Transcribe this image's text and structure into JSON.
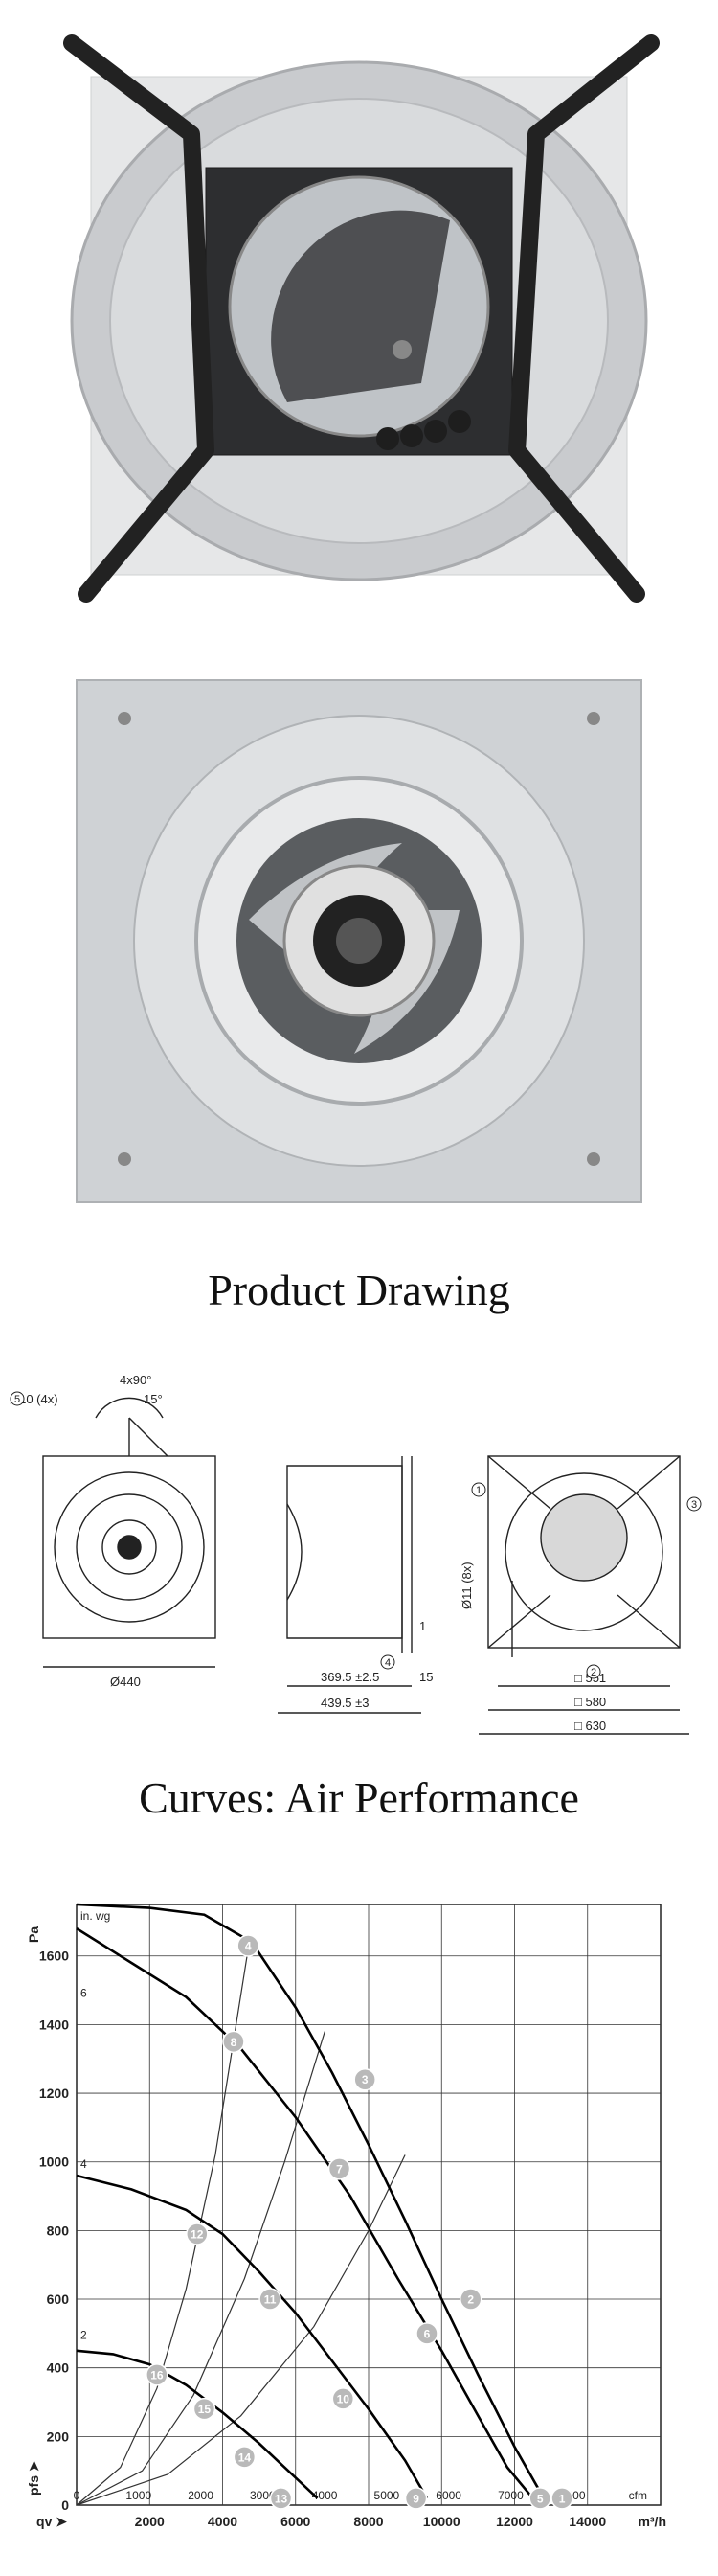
{
  "headings": {
    "product_drawing": "Product Drawing",
    "curves": "Curves: Air Performance"
  },
  "drawing": {
    "callouts": [
      "1",
      "2",
      "3",
      "4",
      "5"
    ],
    "hole_label": "Ø10 (4x)",
    "angle_label": "4x90°",
    "angle_small": "15°",
    "dia_front": "Ø440",
    "dim_depth1": "369.5 ±2.5",
    "dim_depth2": "439.5 ±3",
    "dim_flange": "15",
    "dim_right_a": "1",
    "hole_side": "Ø11 (8x)",
    "sq1": "□ 551",
    "sq2": "□ 580",
    "sq3": "□ 630"
  },
  "chart_data": {
    "type": "line",
    "y_unit_left": "Pa",
    "y_unit_right": "in. wg",
    "x_unit_top": "cfm",
    "x_unit_bottom": "m³/h",
    "y_axis_symbol": "pfs",
    "x_axis_symbol": "qv",
    "y_ticks": [
      0,
      200,
      400,
      600,
      800,
      1000,
      1200,
      1400,
      1600
    ],
    "y_ticks_inwg": [
      2,
      4,
      6
    ],
    "x_ticks_cfm": [
      0,
      1000,
      2000,
      3000,
      4000,
      5000,
      6000,
      7000,
      8000
    ],
    "x_ticks_m3h": [
      2000,
      4000,
      6000,
      8000,
      10000,
      12000,
      14000
    ],
    "xlim_m3h": [
      0,
      16000
    ],
    "ylim": [
      0,
      1750
    ],
    "fan_curves": [
      {
        "points": [
          [
            0,
            1750
          ],
          [
            2000,
            1740
          ],
          [
            3500,
            1720
          ],
          [
            4800,
            1640
          ],
          [
            6000,
            1450
          ],
          [
            7000,
            1260
          ],
          [
            8000,
            1050
          ],
          [
            9000,
            830
          ],
          [
            10000,
            600
          ],
          [
            11000,
            380
          ],
          [
            12000,
            170
          ],
          [
            12800,
            20
          ]
        ]
      },
      {
        "points": [
          [
            0,
            1680
          ],
          [
            1500,
            1580
          ],
          [
            3000,
            1480
          ],
          [
            4500,
            1330
          ],
          [
            6000,
            1130
          ],
          [
            7500,
            900
          ],
          [
            8800,
            660
          ],
          [
            10000,
            450
          ],
          [
            11000,
            260
          ],
          [
            11800,
            110
          ],
          [
            12500,
            20
          ]
        ]
      },
      {
        "points": [
          [
            0,
            960
          ],
          [
            1500,
            920
          ],
          [
            3000,
            860
          ],
          [
            4000,
            790
          ],
          [
            5000,
            680
          ],
          [
            6000,
            560
          ],
          [
            7000,
            420
          ],
          [
            8000,
            280
          ],
          [
            9000,
            130
          ],
          [
            9600,
            20
          ]
        ]
      },
      {
        "points": [
          [
            0,
            450
          ],
          [
            1000,
            440
          ],
          [
            2000,
            410
          ],
          [
            3000,
            350
          ],
          [
            4000,
            270
          ],
          [
            5000,
            180
          ],
          [
            5800,
            100
          ],
          [
            6600,
            20
          ]
        ]
      }
    ],
    "system_curves": [
      {
        "points": [
          [
            0,
            0
          ],
          [
            1200,
            110
          ],
          [
            2200,
            340
          ],
          [
            3000,
            630
          ],
          [
            3800,
            1020
          ],
          [
            4700,
            1620
          ]
        ]
      },
      {
        "points": [
          [
            0,
            0
          ],
          [
            1800,
            100
          ],
          [
            3200,
            320
          ],
          [
            4600,
            660
          ],
          [
            5700,
            1000
          ],
          [
            6800,
            1380
          ]
        ]
      },
      {
        "points": [
          [
            0,
            0
          ],
          [
            2500,
            90
          ],
          [
            4500,
            260
          ],
          [
            6500,
            520
          ],
          [
            8000,
            800
          ],
          [
            9000,
            1020
          ]
        ]
      }
    ],
    "markers": [
      {
        "label": "1",
        "x": 13300,
        "y": 20
      },
      {
        "label": "2",
        "x": 10800,
        "y": 600
      },
      {
        "label": "3",
        "x": 7900,
        "y": 1240
      },
      {
        "label": "4",
        "x": 4700,
        "y": 1630
      },
      {
        "label": "5",
        "x": 12700,
        "y": 20
      },
      {
        "label": "6",
        "x": 9600,
        "y": 500
      },
      {
        "label": "7",
        "x": 7200,
        "y": 980
      },
      {
        "label": "8",
        "x": 4300,
        "y": 1350
      },
      {
        "label": "9",
        "x": 9300,
        "y": 20
      },
      {
        "label": "10",
        "x": 7300,
        "y": 310
      },
      {
        "label": "11",
        "x": 5300,
        "y": 600
      },
      {
        "label": "12",
        "x": 3300,
        "y": 790
      },
      {
        "label": "13",
        "x": 5600,
        "y": 20
      },
      {
        "label": "14",
        "x": 4600,
        "y": 140
      },
      {
        "label": "15",
        "x": 3500,
        "y": 280
      },
      {
        "label": "16",
        "x": 2200,
        "y": 380
      }
    ]
  }
}
